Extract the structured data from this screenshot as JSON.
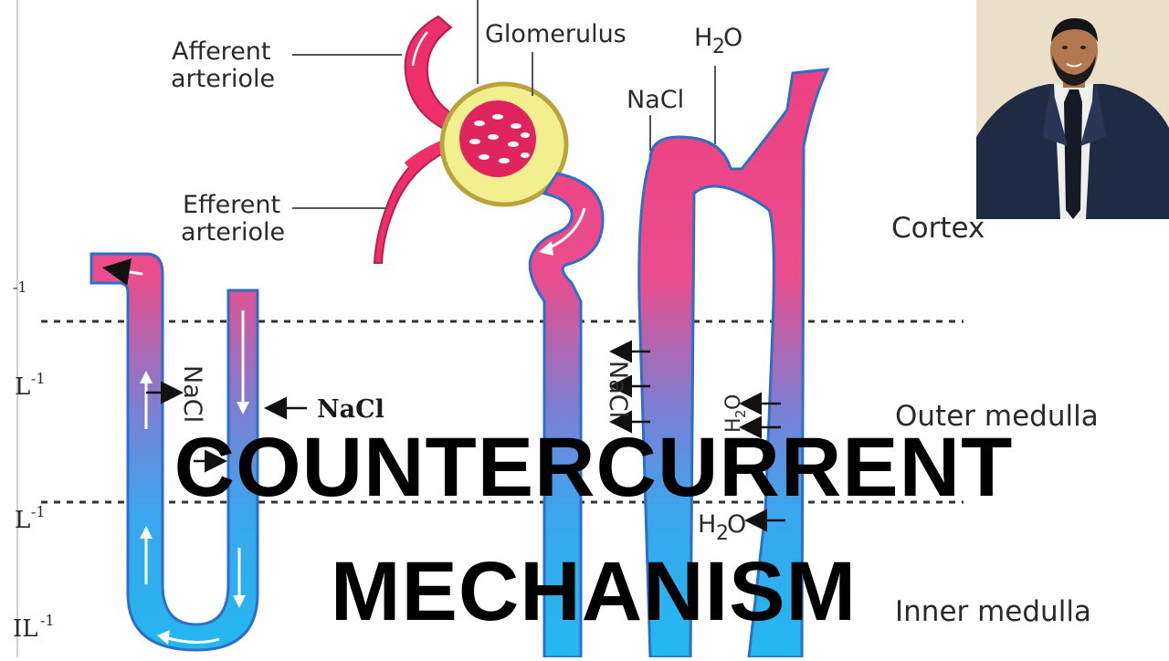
{
  "diagram": {
    "labels": {
      "afferent_1": "Afferent",
      "afferent_2": "arteriole",
      "efferent_1": "Efferent",
      "efferent_2": "arteriole",
      "glomerulus": "Glomerulus",
      "h2o_top": "H",
      "h2o_top_sub": "2",
      "h2o_top_o": "O",
      "nacl_top": "NaCl",
      "nacl_loop": "NaCl",
      "nacl_side": "NaCl",
      "nacl_tubule": "NaCl",
      "h2o_side": "H",
      "h2o_side_sub": "2",
      "h2o_side_o": "O",
      "h2o_lower": "H",
      "h2o_lower_sub": "2",
      "h2o_lower_o": "O"
    },
    "zones": [
      "Cortex",
      "Outer medulla",
      "Inner medulla"
    ],
    "left_units": [
      "-1",
      "L",
      "-1",
      "L",
      "-1",
      "IL",
      "-1"
    ],
    "colors": {
      "artery": "#ee2f6b",
      "capsule": "#f2ef8f",
      "capsule_border": "#b9a33c",
      "tube_top": "#ef4a86",
      "tube_bottom": "#22b0ec",
      "tube_border": "#2d6fc7"
    }
  },
  "overlay": {
    "line1": "COUNTERCURRENT",
    "line2": "MECHANISM"
  },
  "photo": {
    "icon": "presenter-photo"
  }
}
